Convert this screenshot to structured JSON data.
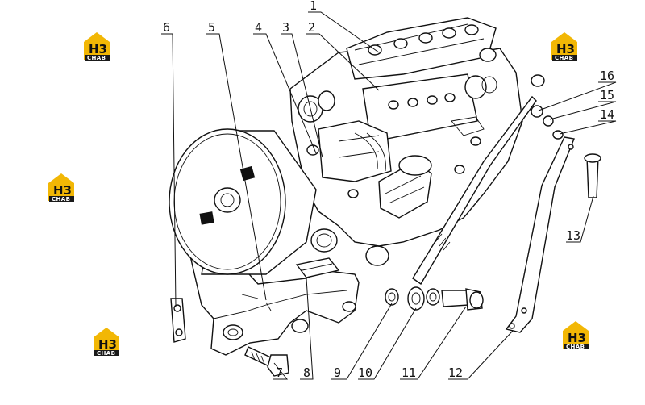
{
  "diagram": {
    "part_labels": [
      "1",
      "2",
      "3",
      "4",
      "5",
      "6",
      "7",
      "8",
      "9",
      "10",
      "11",
      "12",
      "13",
      "14",
      "15",
      "16"
    ]
  },
  "watermark": {
    "brand_mark": "H3",
    "brand_text": "CHAB",
    "logo_icon": "house-roof-logo",
    "colors": {
      "roof": "#f2b705",
      "plate": "#f2b705",
      "band": "#1a1a1a"
    }
  }
}
